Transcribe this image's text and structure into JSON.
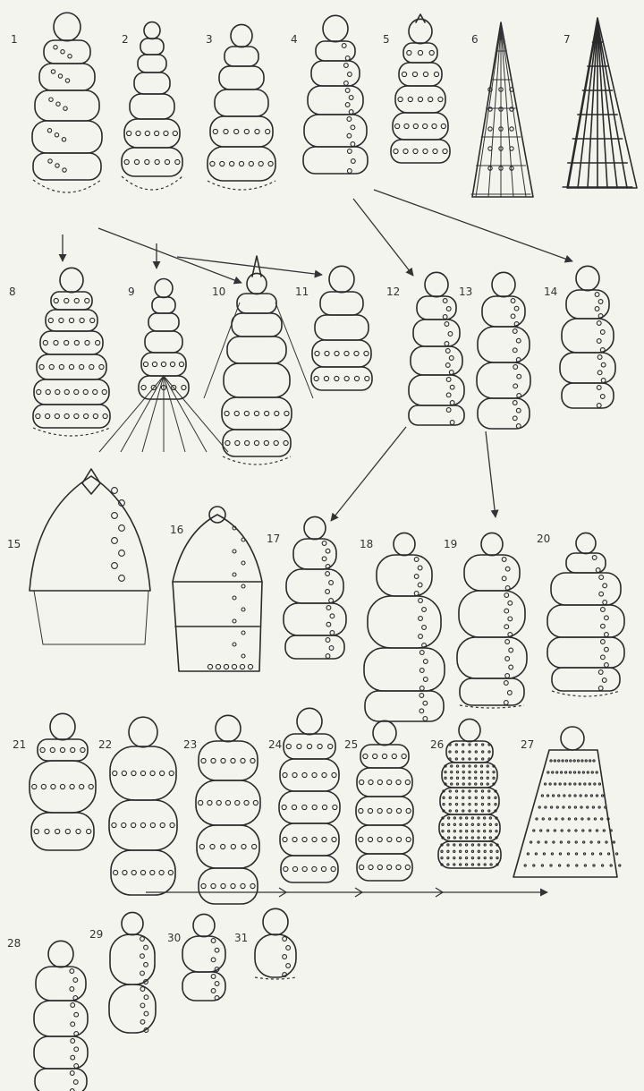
{
  "figure_labels": [
    "1",
    "2",
    "3",
    "4",
    "5",
    "6",
    "7",
    "8",
    "9",
    "10",
    "11",
    "12",
    "13",
    "14",
    "15",
    "16",
    "17",
    "18",
    "19",
    "20",
    "21",
    "22",
    "23",
    "24",
    "25",
    "26",
    "27",
    "28",
    "29",
    "30",
    "31"
  ],
  "colors": {
    "paper": "#f4f4ef",
    "ink": "#2a2a2a"
  }
}
